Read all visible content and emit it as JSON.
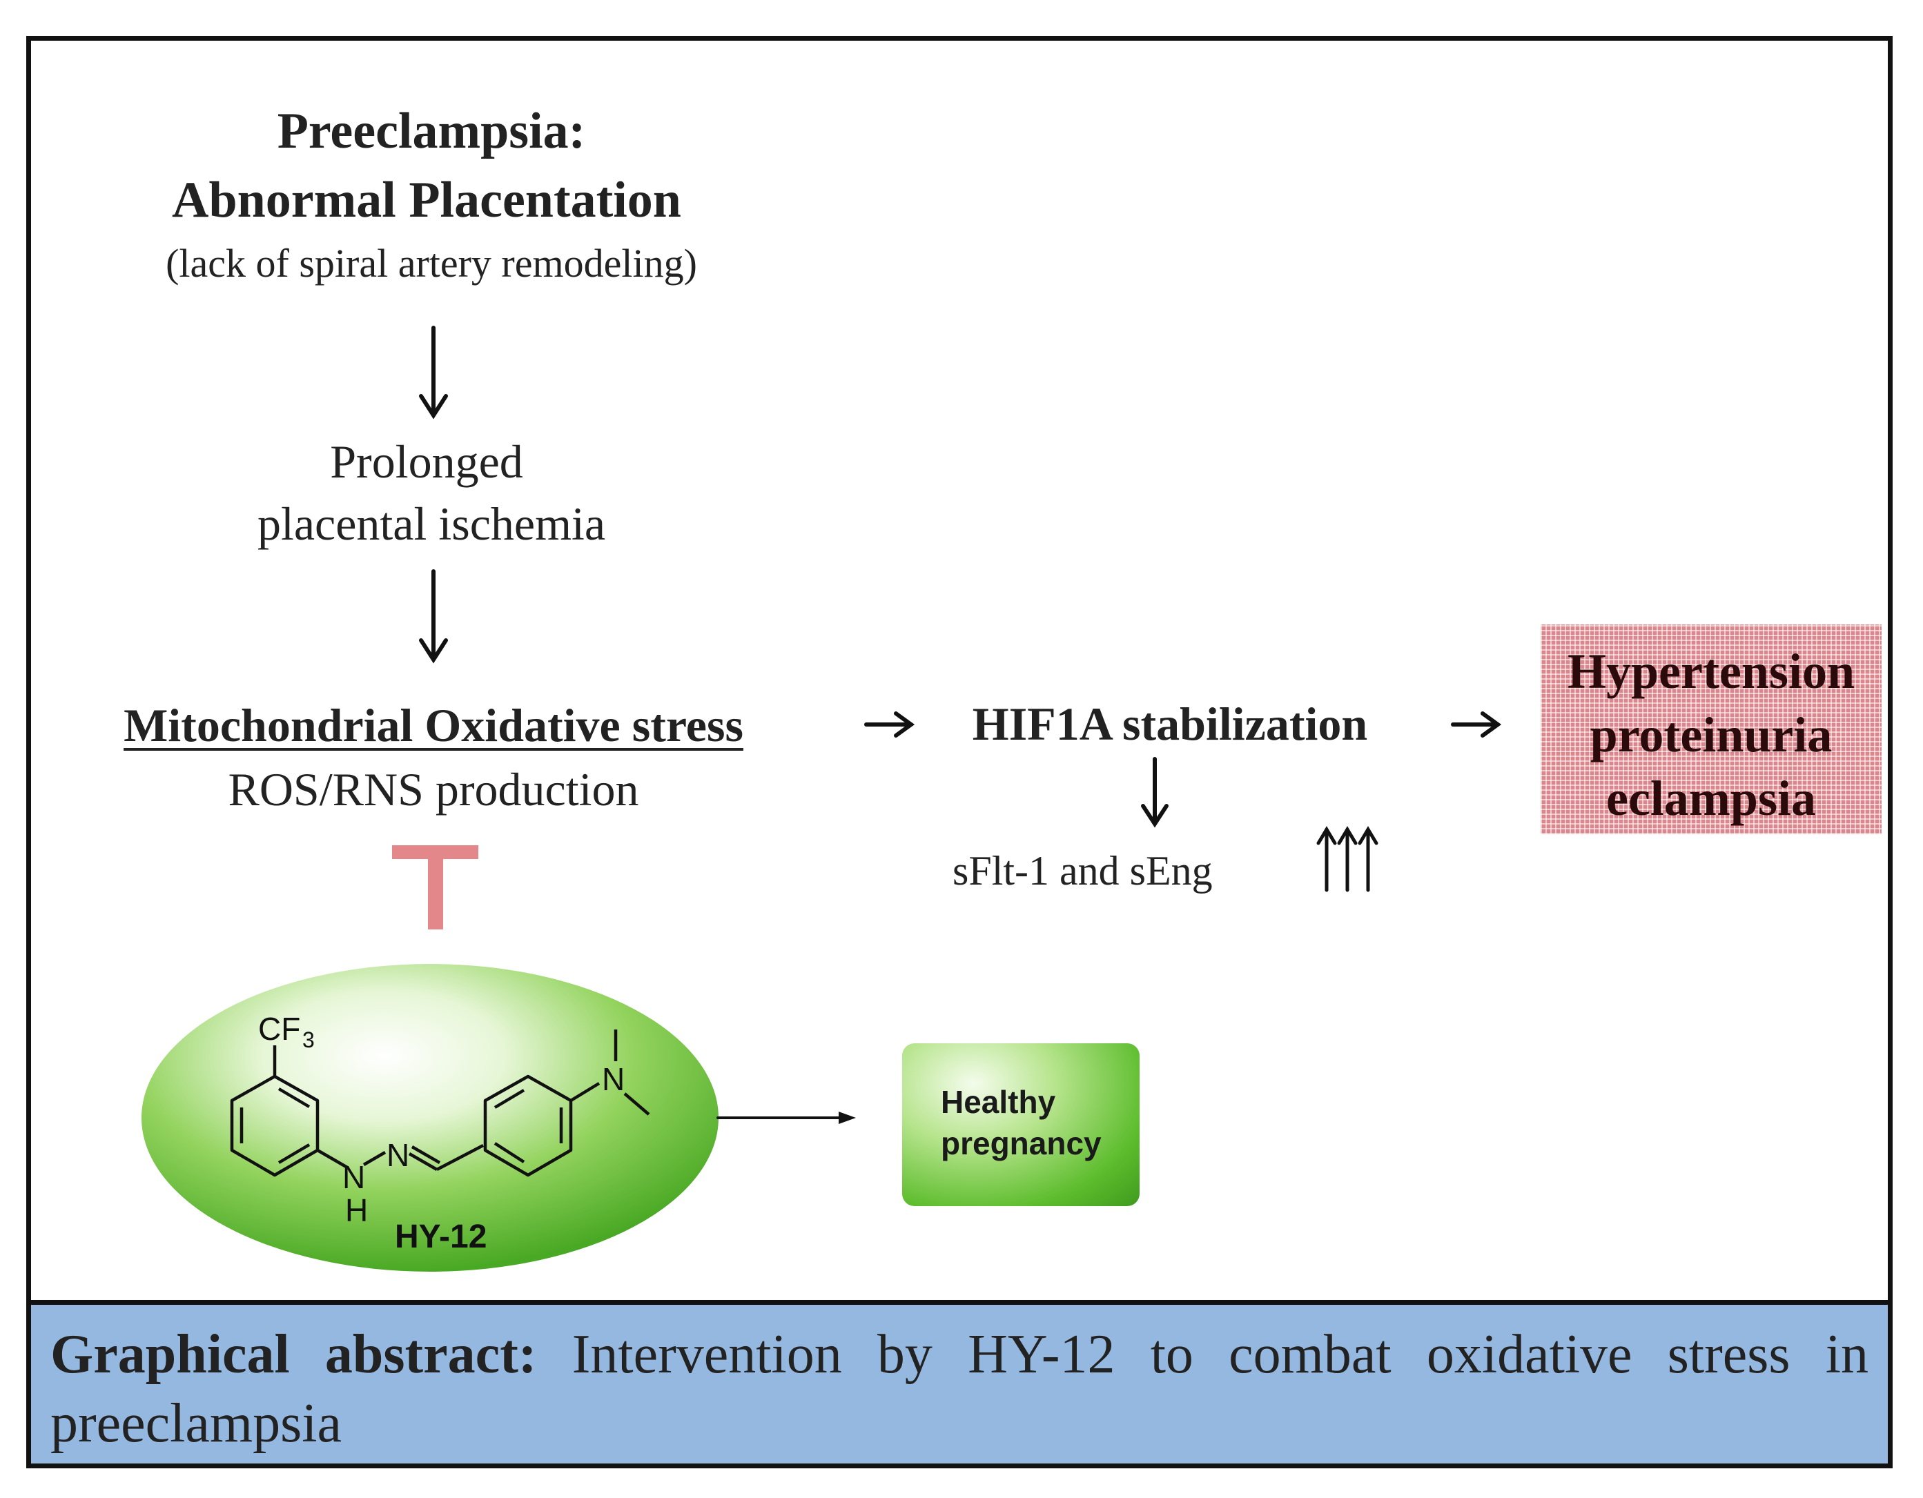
{
  "nodes": {
    "preeclampsia_title": "Preeclampsia:",
    "abnormal_placentation": "Abnormal Placentation",
    "spiral_artery": "(lack of  spiral artery remodeling)",
    "ischemia_line1": "Prolonged",
    "ischemia_line2": "placental ischemia",
    "oxidative_stress": "Mitochondrial Oxidative stress",
    "ros_rns": "ROS/RNS production",
    "hif1a": "HIF1A stabilization",
    "sflt": "sFlt-1 and sEng",
    "outcome_line1": "Hypertension",
    "outcome_line2": "proteinuria",
    "outcome_line3": "eclampsia",
    "healthy_line1": "Healthy",
    "healthy_line2": "pregnancy"
  },
  "compound": {
    "name": "HY-12",
    "cf3_label": "CF",
    "cf3_subscript": "3",
    "n_label": "N",
    "h_label": "H"
  },
  "caption": {
    "label": "Graphical abstract:",
    "text": "Intervention by HY-12 to combat oxidative stress in preeclampsia"
  },
  "colors": {
    "inhibition_bar": "#e4878a",
    "outcome_box": "#d9868c",
    "compound_ellipse": "#5cbc2c",
    "caption_band": "#95b8e0"
  }
}
